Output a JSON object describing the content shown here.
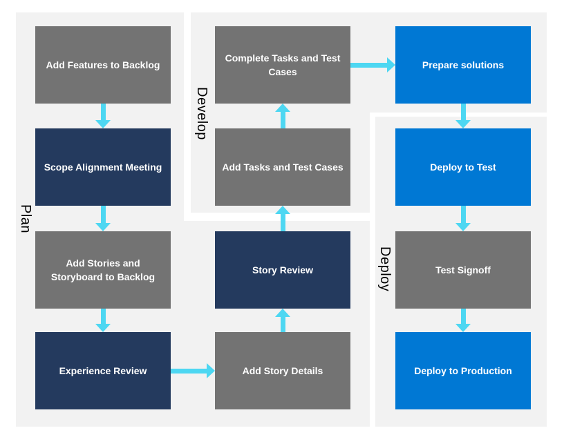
{
  "sections": {
    "plan": {
      "label": "Plan"
    },
    "develop": {
      "label": "Develop"
    },
    "deploy": {
      "label": "Deploy"
    }
  },
  "steps": {
    "add_features": {
      "label": "Add Features to Backlog"
    },
    "scope_alignment": {
      "label": "Scope Alignment Meeting"
    },
    "add_stories": {
      "label": "Add Stories and\nStoryboard to Backlog"
    },
    "experience_review": {
      "label": "Experience Review"
    },
    "complete_tasks": {
      "label": "Complete Tasks and Test\nCases"
    },
    "add_tasks": {
      "label": "Add Tasks and Test Cases"
    },
    "story_review": {
      "label": "Story Review"
    },
    "add_story_details": {
      "label": "Add Story Details"
    },
    "prepare_solutions": {
      "label": "Prepare solutions"
    },
    "deploy_to_test": {
      "label": "Deploy to Test"
    },
    "test_signoff": {
      "label": "Test Signoff"
    },
    "deploy_to_production": {
      "label": "Deploy to Production"
    }
  },
  "palette": {
    "page": "#ffffff",
    "panel": "#f2f2f2",
    "gray": "#737373",
    "navy": "#243a5e",
    "blue": "#0078d4",
    "arrow": "#4dd7f2",
    "box_text": "#ffffff",
    "label_text": "#000000"
  }
}
